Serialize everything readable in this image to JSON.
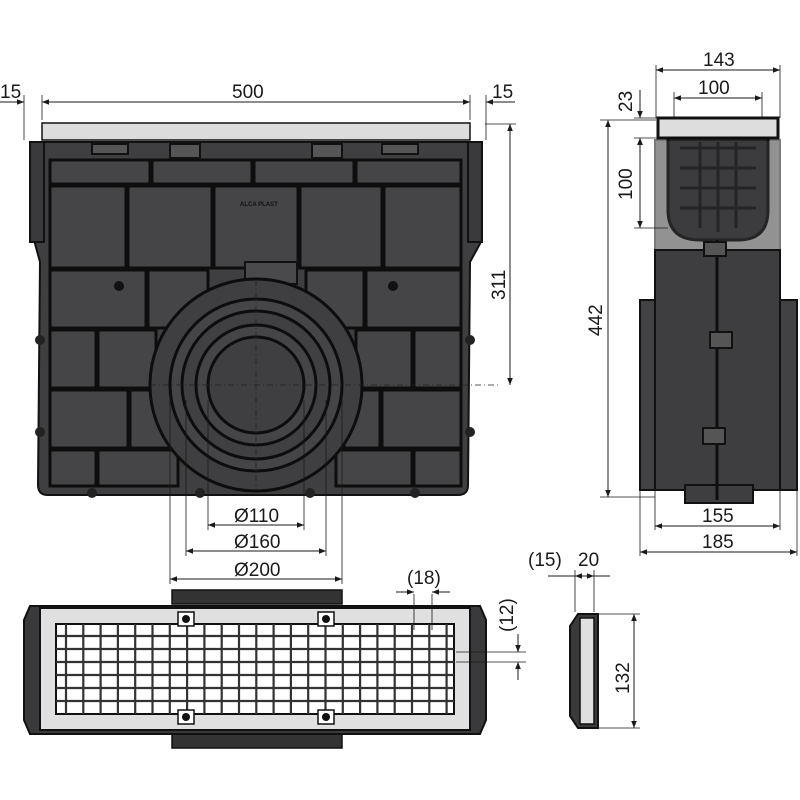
{
  "dimensions": {
    "left_margin": "15",
    "overall_width": "500",
    "right_margin": "15",
    "side_top_width": "143",
    "side_inner_width": "100",
    "side_frame_height": "23",
    "side_basket_height": "100",
    "side_total_height": "442",
    "front_outlet_height": "311",
    "pipe_d110": "Ø110",
    "pipe_d160": "Ø160",
    "pipe_d200": "Ø200",
    "side_bottom_inner": "155",
    "side_bottom_outer": "185",
    "grate_slot_width": "(18)",
    "grate_slot_height": "(12)",
    "grate_detail_thick": "(15)",
    "grate_detail_width": "20",
    "grate_height": "132"
  },
  "logo": "ALCA PLAST",
  "colors": {
    "body": "#3f3f41",
    "outline": "#0d0d0d",
    "metal": "#d6d6d6"
  }
}
